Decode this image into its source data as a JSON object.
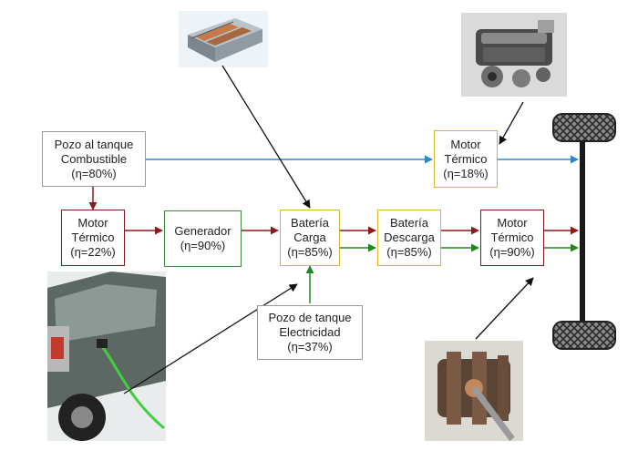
{
  "boxes": {
    "pozo_combustible": {
      "line1": "Pozo al tanque",
      "line2": "Combustible",
      "line3": "(η=80%)"
    },
    "motor_termico_1": {
      "line1": "Motor",
      "line2": "Térmico",
      "line3": "(η=22%)"
    },
    "generador": {
      "line1": "Generador",
      "line2": "(η=90%)"
    },
    "bateria_carga": {
      "line1": "Batería",
      "line2": "Carga",
      "line3": "(η=85%)"
    },
    "bateria_descarga": {
      "line1": "Batería",
      "line2": "Descarga",
      "line3": "(η=85%)"
    },
    "motor_termico_2": {
      "line1": "Motor",
      "line2": "Térmico",
      "line3": "(η=90%)"
    },
    "motor_termico_top": {
      "line1": "Motor",
      "line2": "Térmico",
      "line3": "(η=18%)"
    },
    "pozo_electricidad": {
      "line1": "Pozo de tanque",
      "line2": "Electricidad",
      "line3": "(η=37%)"
    }
  },
  "colors": {
    "blue_flow": "#2e86c8",
    "red_flow": "#8b1a1a",
    "green_flow": "#1e8a1e",
    "black_pointer": "#111111",
    "axle": "#1a1a1a"
  },
  "icons": {
    "battery_pack": "battery-pack-photo",
    "engine": "engine-photo",
    "car_charging": "car-charging-photo",
    "rotor": "electric-rotor-photo",
    "wheel": "wheel-icon"
  }
}
